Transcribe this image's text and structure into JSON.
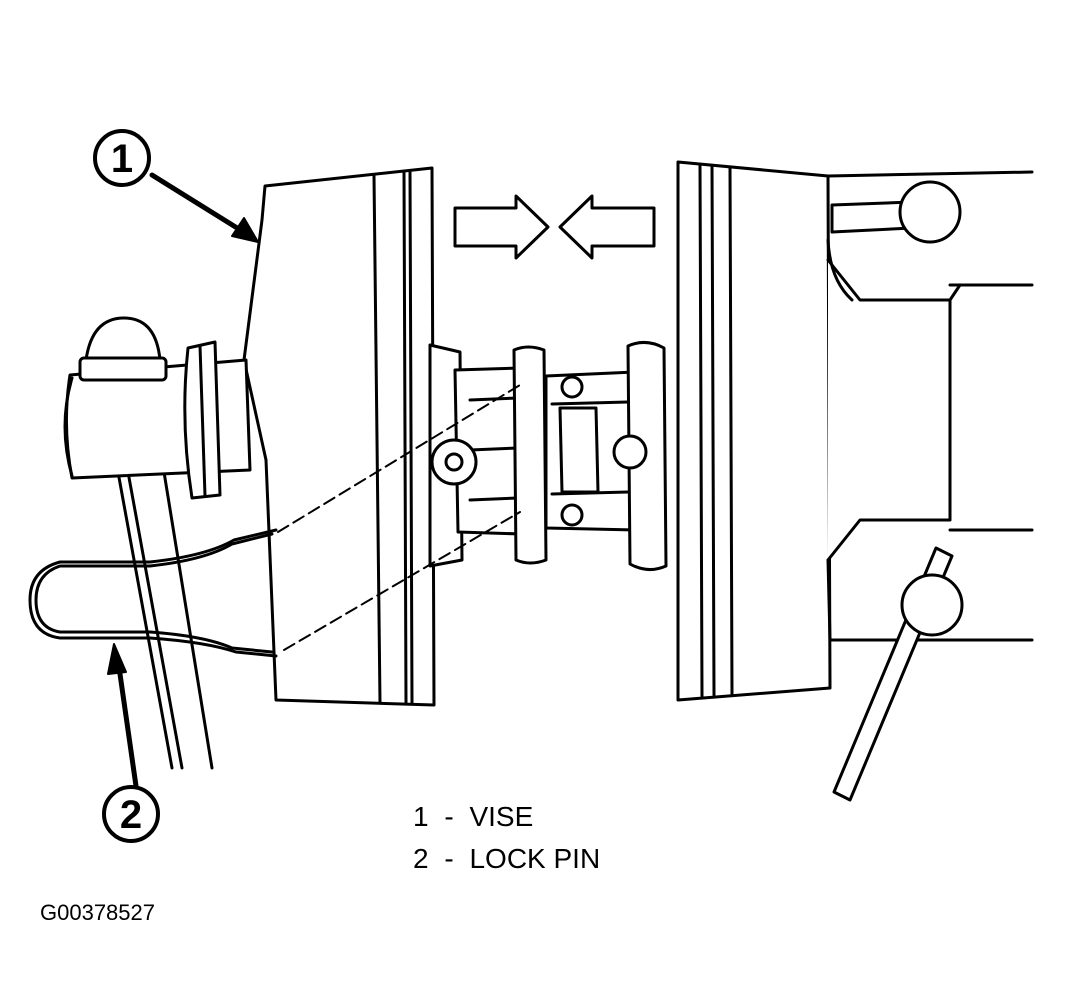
{
  "callouts": [
    {
      "number": "1",
      "name": "VISE"
    },
    {
      "number": "2",
      "name": "LOCK PIN"
    }
  ],
  "legend": [
    {
      "number": "1",
      "separator": "-",
      "label": "VISE"
    },
    {
      "number": "2",
      "separator": "-",
      "label": "LOCK PIN"
    }
  ],
  "figure_id": "G00378527",
  "colors": {
    "ink": "#000000",
    "paper": "#ffffff"
  }
}
